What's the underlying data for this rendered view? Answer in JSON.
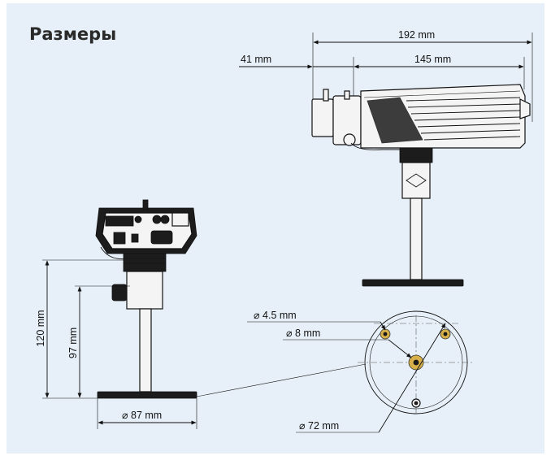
{
  "title": "Размеры",
  "dimensions": {
    "total_length": "192 mm",
    "lens_length": "41 mm",
    "body_length": "145 mm",
    "total_height": "120 mm",
    "stand_height": "97 mm",
    "base_diameter": "87 mm",
    "hole_small": "4.5 mm",
    "hole_center": "8 mm",
    "mount_diameter": "72 mm"
  },
  "symbols": {
    "diameter": "⌀"
  },
  "colors": {
    "panel_bg": "#e7f0f8",
    "screw": "#d8b04a"
  }
}
